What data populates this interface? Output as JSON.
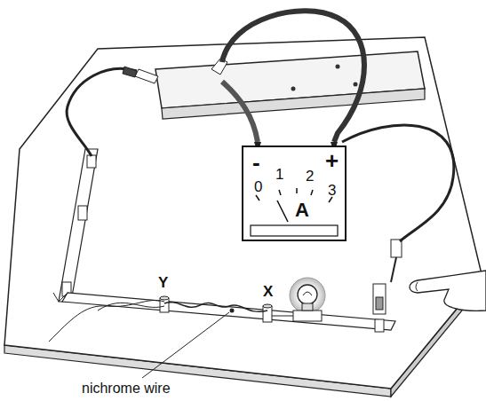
{
  "diagram": {
    "nodes": [
      {
        "text": [
          "-",
          "+",
          "0",
          "1",
          "2",
          "3",
          "A"
        ]
      }
    ],
    "labels": [
      "Y",
      "X",
      "nichrome wire"
    ]
  }
}
